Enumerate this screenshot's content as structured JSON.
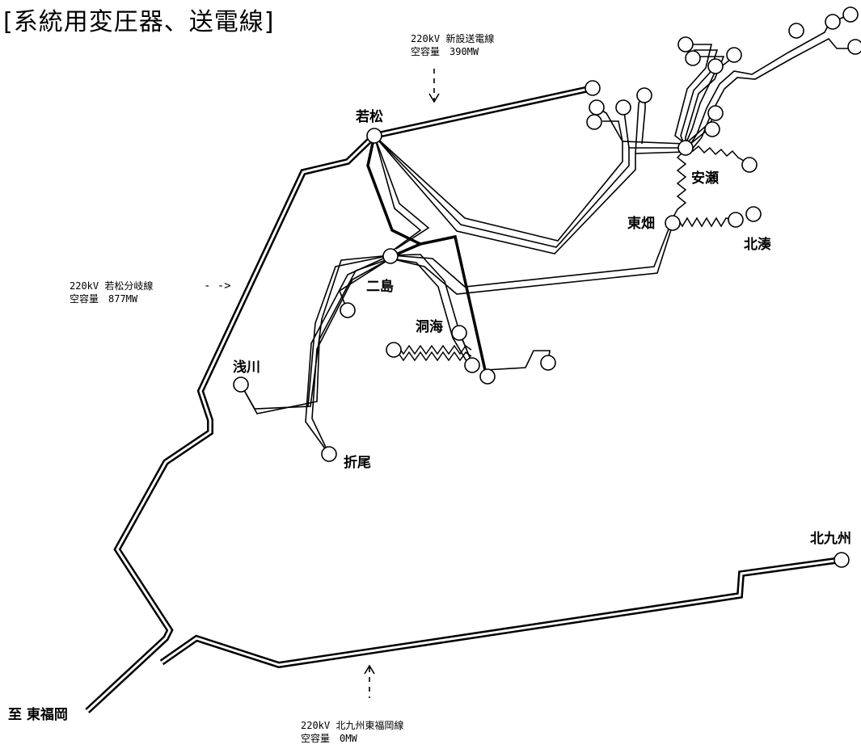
{
  "title": "[系統用変圧器、送電線]",
  "stations": {
    "wakamatsu": "若松",
    "yasuse": "安瀬",
    "higashihata": "東畑",
    "kitaminato": "北湊",
    "futajima": "二島",
    "dokai": "洞海",
    "asakawa": "浅川",
    "orio": "折尾",
    "kitakyushu": "北九州",
    "higashifukuoka": "至 東福岡"
  },
  "lines": [
    {
      "name": "220kV 新設送電線",
      "capacity": "空容量　390MW"
    },
    {
      "name": "220kV 若松分岐線",
      "capacity": "空容量　877MW"
    },
    {
      "name": "220kV 北九州東福岡線",
      "capacity": "空容量　0MW"
    }
  ],
  "arrows": {
    "branch": "- ->"
  },
  "colors": {
    "line": "#000000",
    "background": "#ffffff"
  }
}
